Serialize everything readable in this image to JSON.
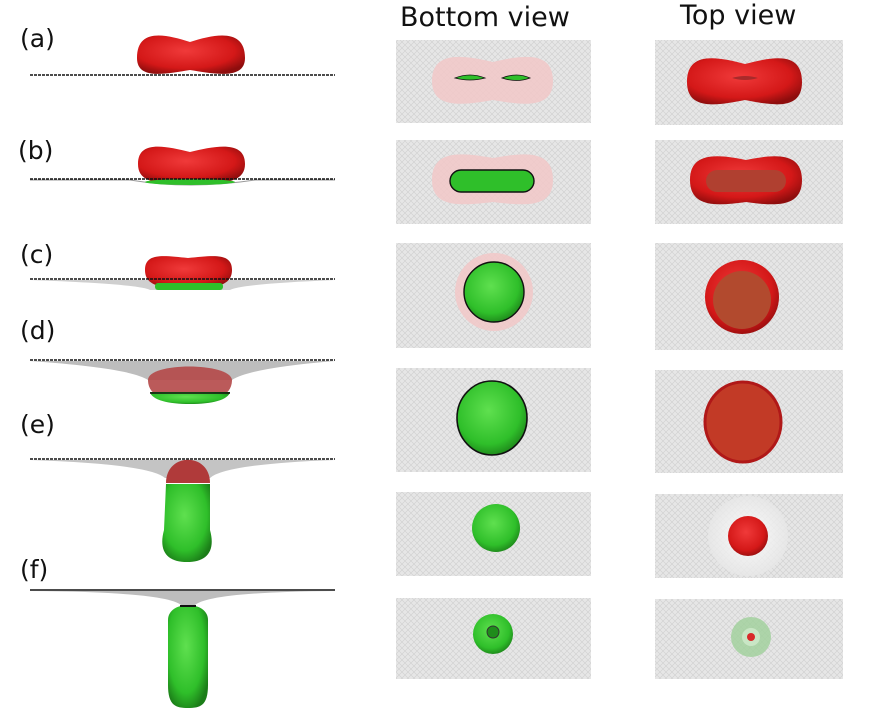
{
  "figure": {
    "column_headers": {
      "bottom": "Bottom view",
      "top": "Top view"
    },
    "row_labels": [
      "(a)",
      "(b)",
      "(c)",
      "(d)",
      "(e)",
      "(f)"
    ]
  },
  "colors": {
    "red": "#d81c1c",
    "green": "#2fbf2a",
    "mesh_gray": "#d4d4d4",
    "line": "#111111"
  }
}
